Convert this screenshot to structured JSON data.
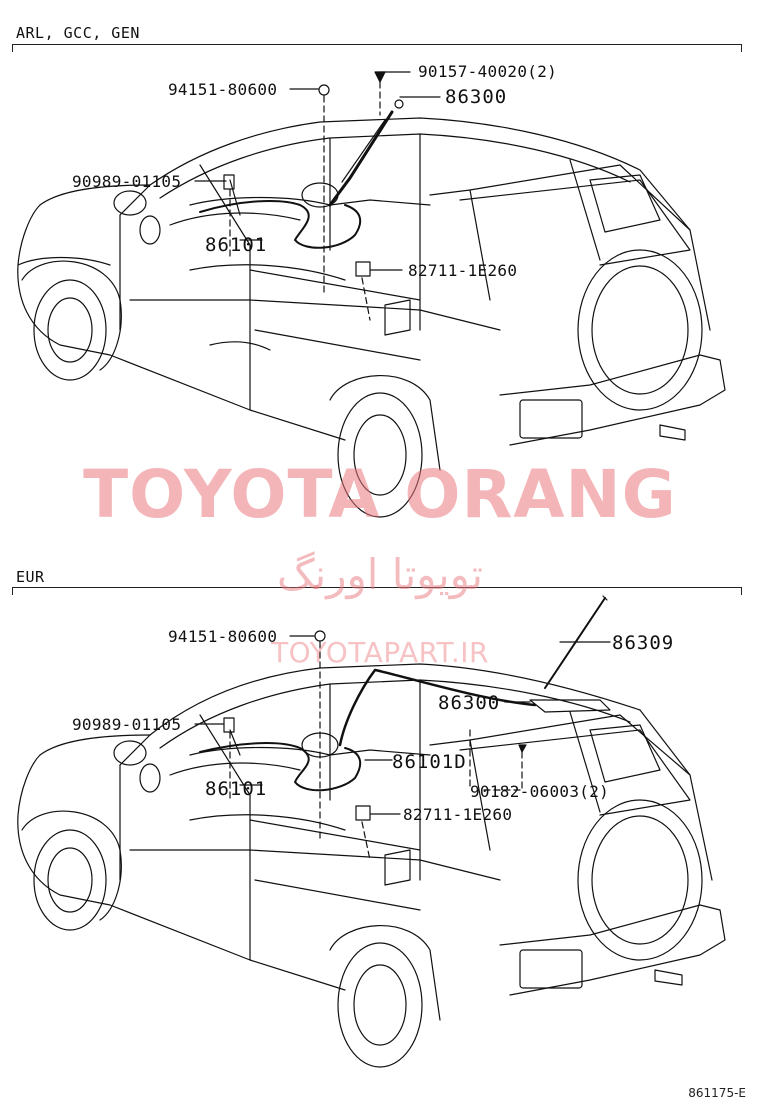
{
  "sections": [
    {
      "label": "ARL, GCC, GEN",
      "parts": [
        "90157-40020(2)",
        "94151-80600",
        "86300",
        "90989-01105",
        "86101",
        "82711-1E260"
      ]
    },
    {
      "label": "EUR",
      "parts": [
        "94151-80600",
        "86309",
        "86300",
        "90989-01105",
        "86101D",
        "86101",
        "90182-06003(2)",
        "82711-1E260"
      ]
    }
  ],
  "watermark": {
    "brand": "TOYOTA ORANG",
    "brand_fa": "تویوتا اورنگ",
    "url": "TOYOTAPART.IR"
  },
  "figure_code": "861175-E",
  "colors": {
    "line": "#111111",
    "watermark": "#ea787d"
  }
}
